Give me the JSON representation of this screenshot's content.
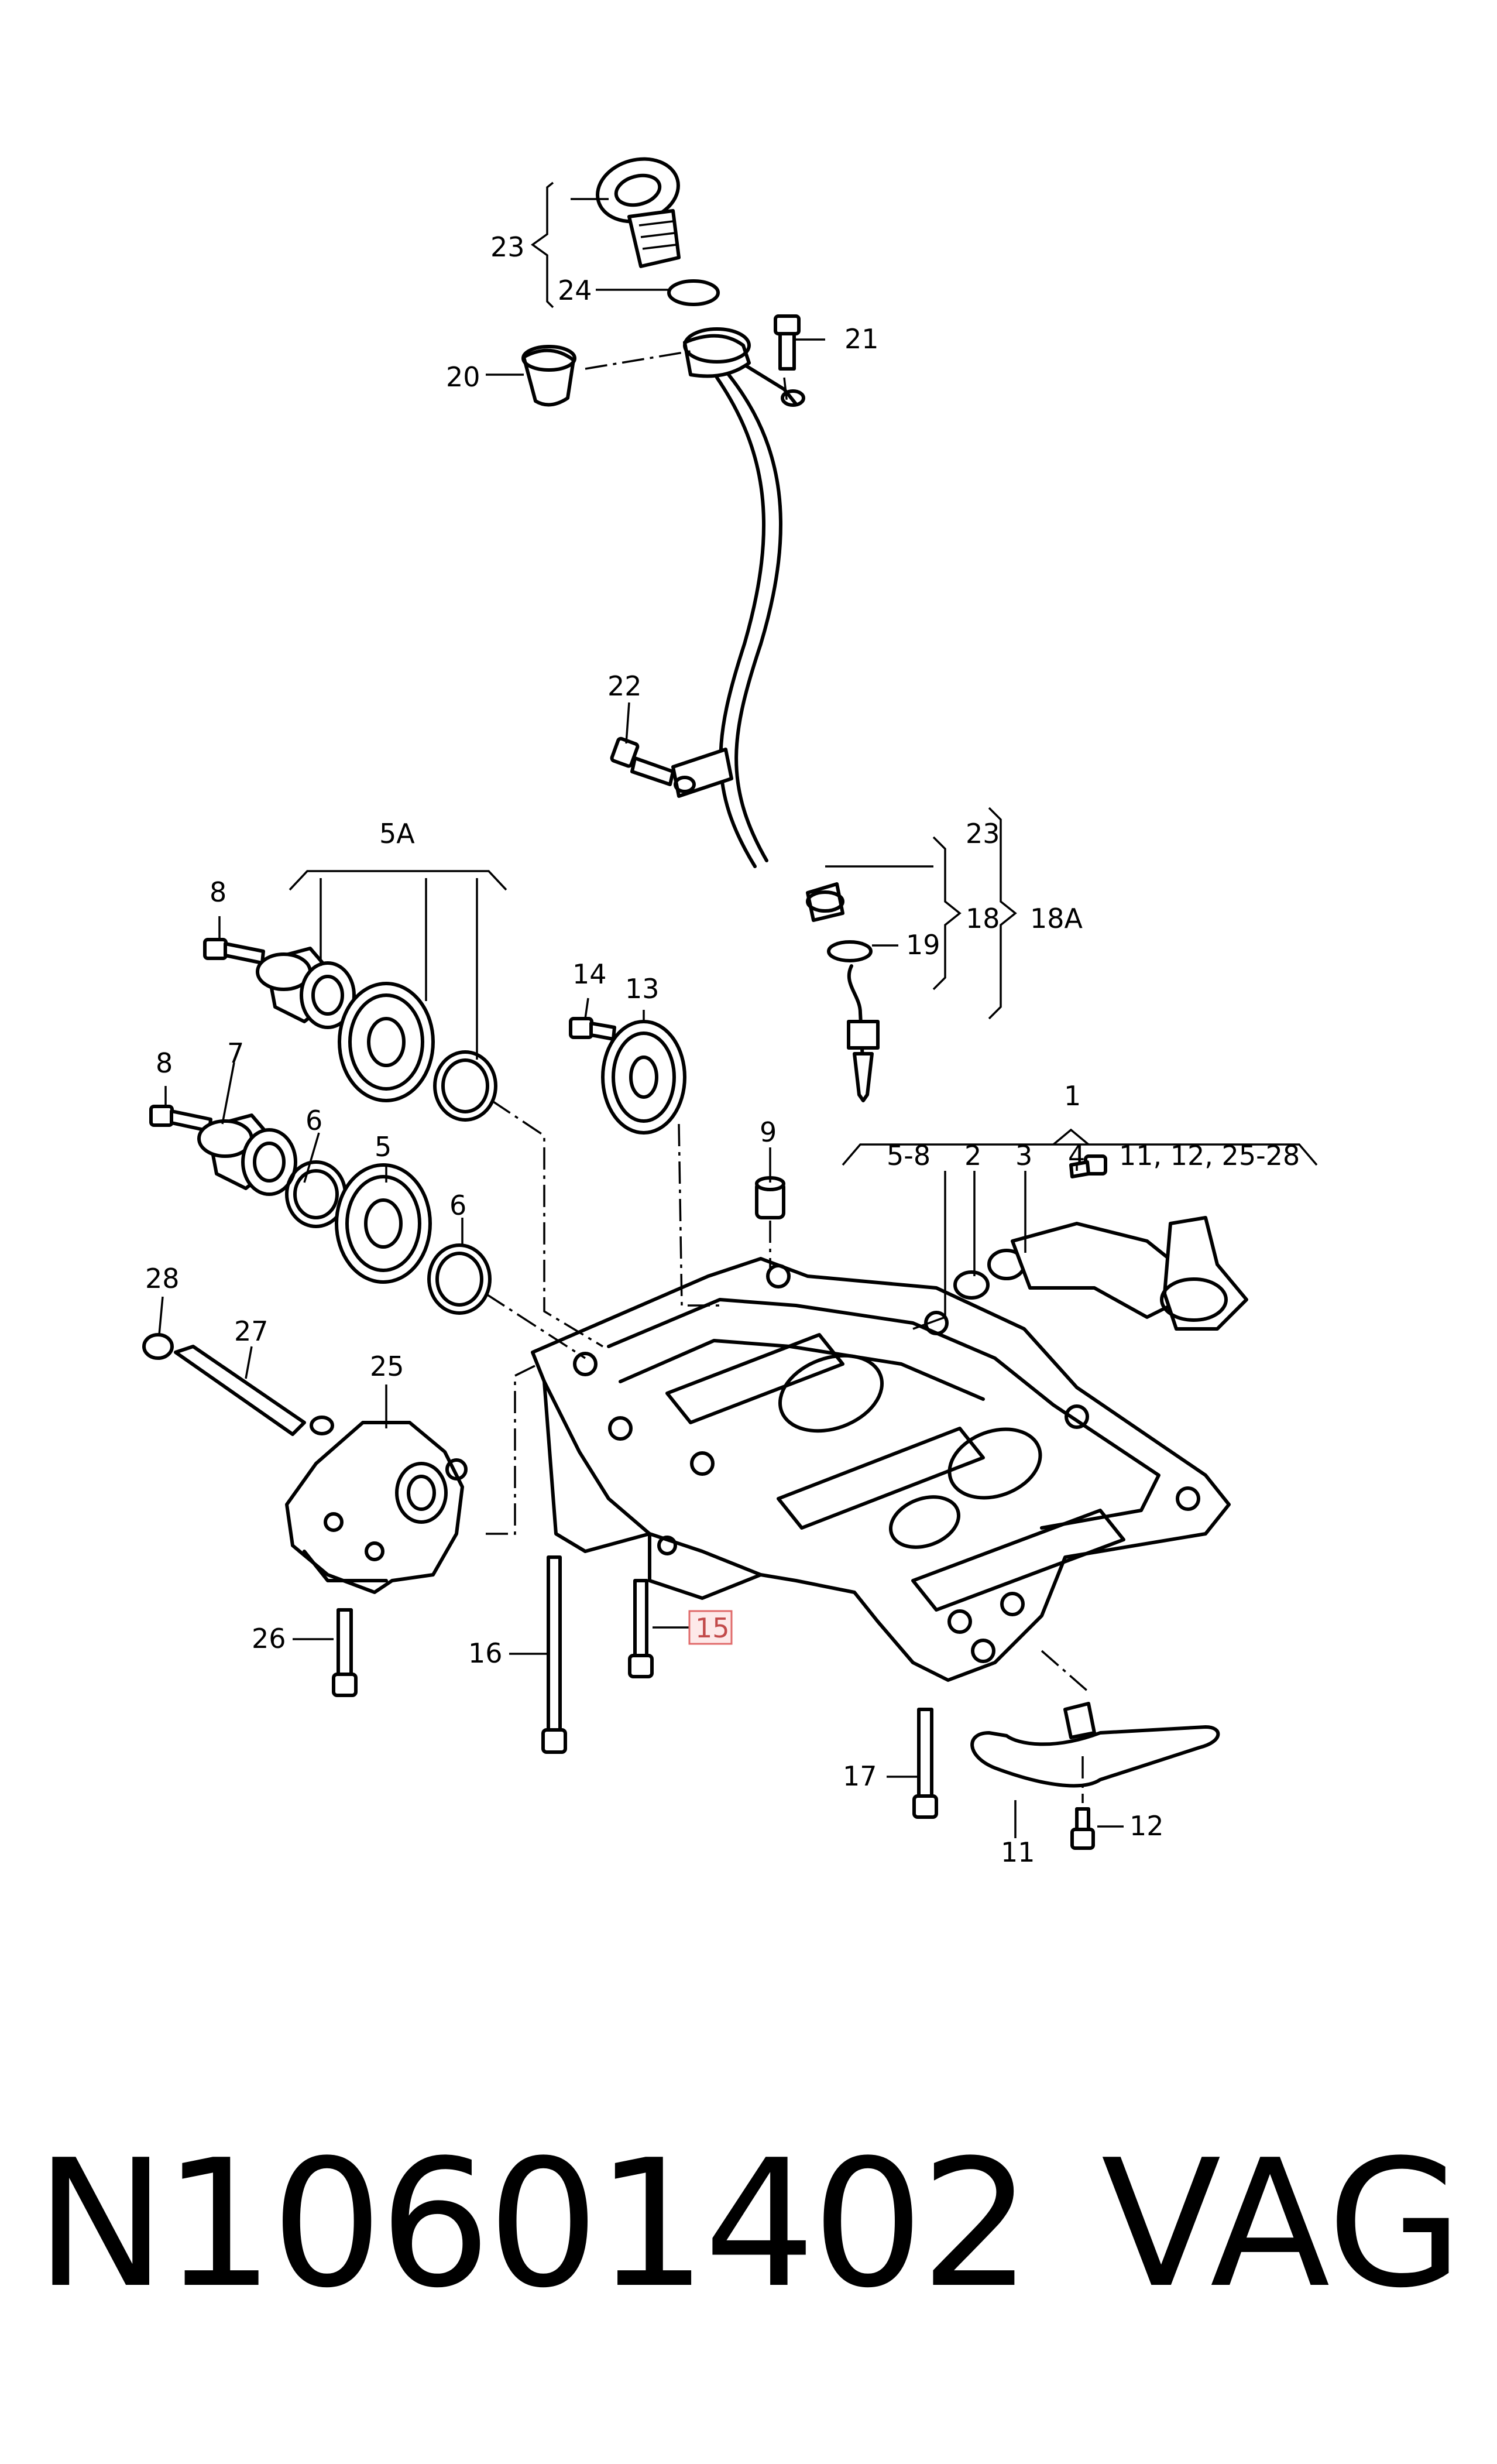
{
  "diagram": {
    "callouts": {
      "c1": "1",
      "c2": "2",
      "c3": "3",
      "c4": "4",
      "c5": "5",
      "c5A": "5A",
      "c5_8": "5-8",
      "c6a": "6",
      "c6b": "6",
      "c7": "7",
      "c8a": "8",
      "c8b": "8",
      "c9": "9",
      "c11": "11",
      "c11_12_25_28": "11, 12, 25-28",
      "c12": "12",
      "c13": "13",
      "c14": "14",
      "c15": "15",
      "c16": "16",
      "c17": "17",
      "c18": "18",
      "c18A": "18A",
      "c19": "19",
      "c20": "20",
      "c21": "21",
      "c22": "22",
      "c23a": "23",
      "c23b": "23",
      "c24": "24",
      "c25": "25",
      "c26": "26",
      "c27": "27",
      "c28": "28"
    },
    "highlight_color": "#e06a6a",
    "highlight_fill": "#fde9e9"
  },
  "footer": {
    "part_number": "N10601402",
    "brand": "VAG"
  }
}
